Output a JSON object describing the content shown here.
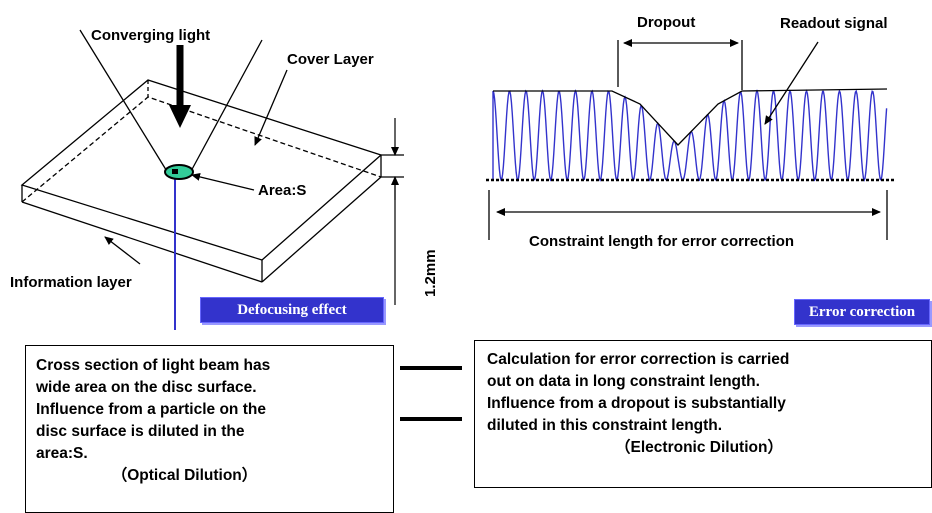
{
  "left_panel": {
    "converging_light": "Converging light",
    "cover_layer": "Cover Layer",
    "area": "Area:S",
    "information_layer": "Information layer",
    "thickness": "1.2mm",
    "badge": "Defocusing effect"
  },
  "right_panel": {
    "dropout": "Dropout",
    "readout_signal": "Readout signal",
    "constraint_length": "Constraint length for error correction",
    "badge": "Error correction"
  },
  "left_box": {
    "lines": [
      "Cross section of light beam has",
      "wide area on the disc surface.",
      "Influence from a particle on the",
      "disc surface is diluted in the",
      "area:S."
    ],
    "footer": "（Optical Dilution）"
  },
  "right_box": {
    "lines": [
      "Calculation for error correction is carried",
      "out on data in long constraint length.",
      "Influence from a dropout is substantially",
      "diluted in this constraint length."
    ],
    "footer": "（Electronic Dilution）"
  },
  "colors": {
    "signal": "#3333cc",
    "badge": "#3333cc",
    "spot": "#33cc99"
  }
}
